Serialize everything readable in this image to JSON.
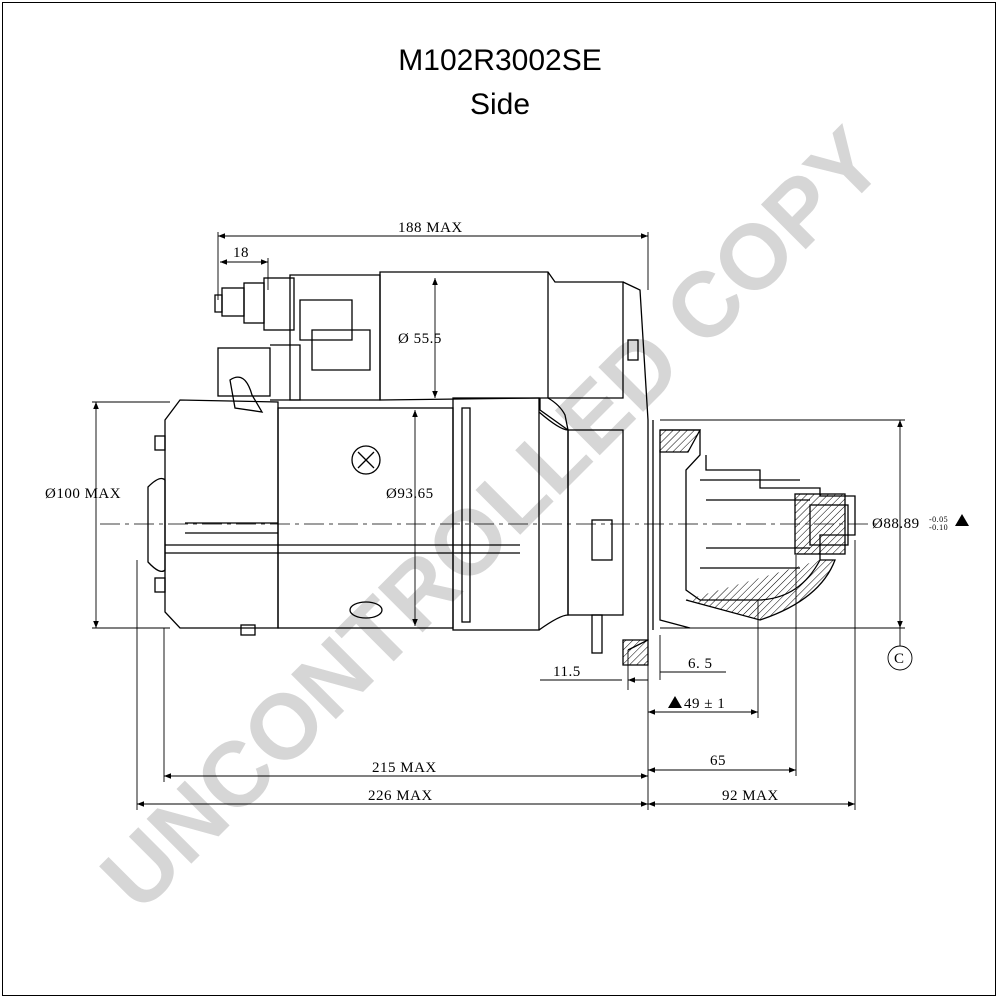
{
  "drawing": {
    "part_number": "M102R3002SE",
    "view": "Side",
    "watermark": "UNCONTROLLED COPY"
  },
  "dimensions": {
    "overall_length_max": "188 MAX",
    "terminal_offset": "18",
    "solenoid_diameter": "Ø 55.5",
    "body_diameter_max": "Ø100 MAX",
    "body_diameter": "Ø93.65",
    "pilot_diameter": "Ø88.89",
    "pilot_tolerance_upper": "-0.05",
    "pilot_tolerance_lower": "-0.10",
    "flange_offset": "11.5",
    "flange_thickness": "6. 5",
    "pinion_position": "49 ± 1",
    "pinion_length": "65",
    "length_215": "215 MAX",
    "length_226": "226 MAX",
    "front_length": "92 MAX",
    "datum_label": "C"
  }
}
